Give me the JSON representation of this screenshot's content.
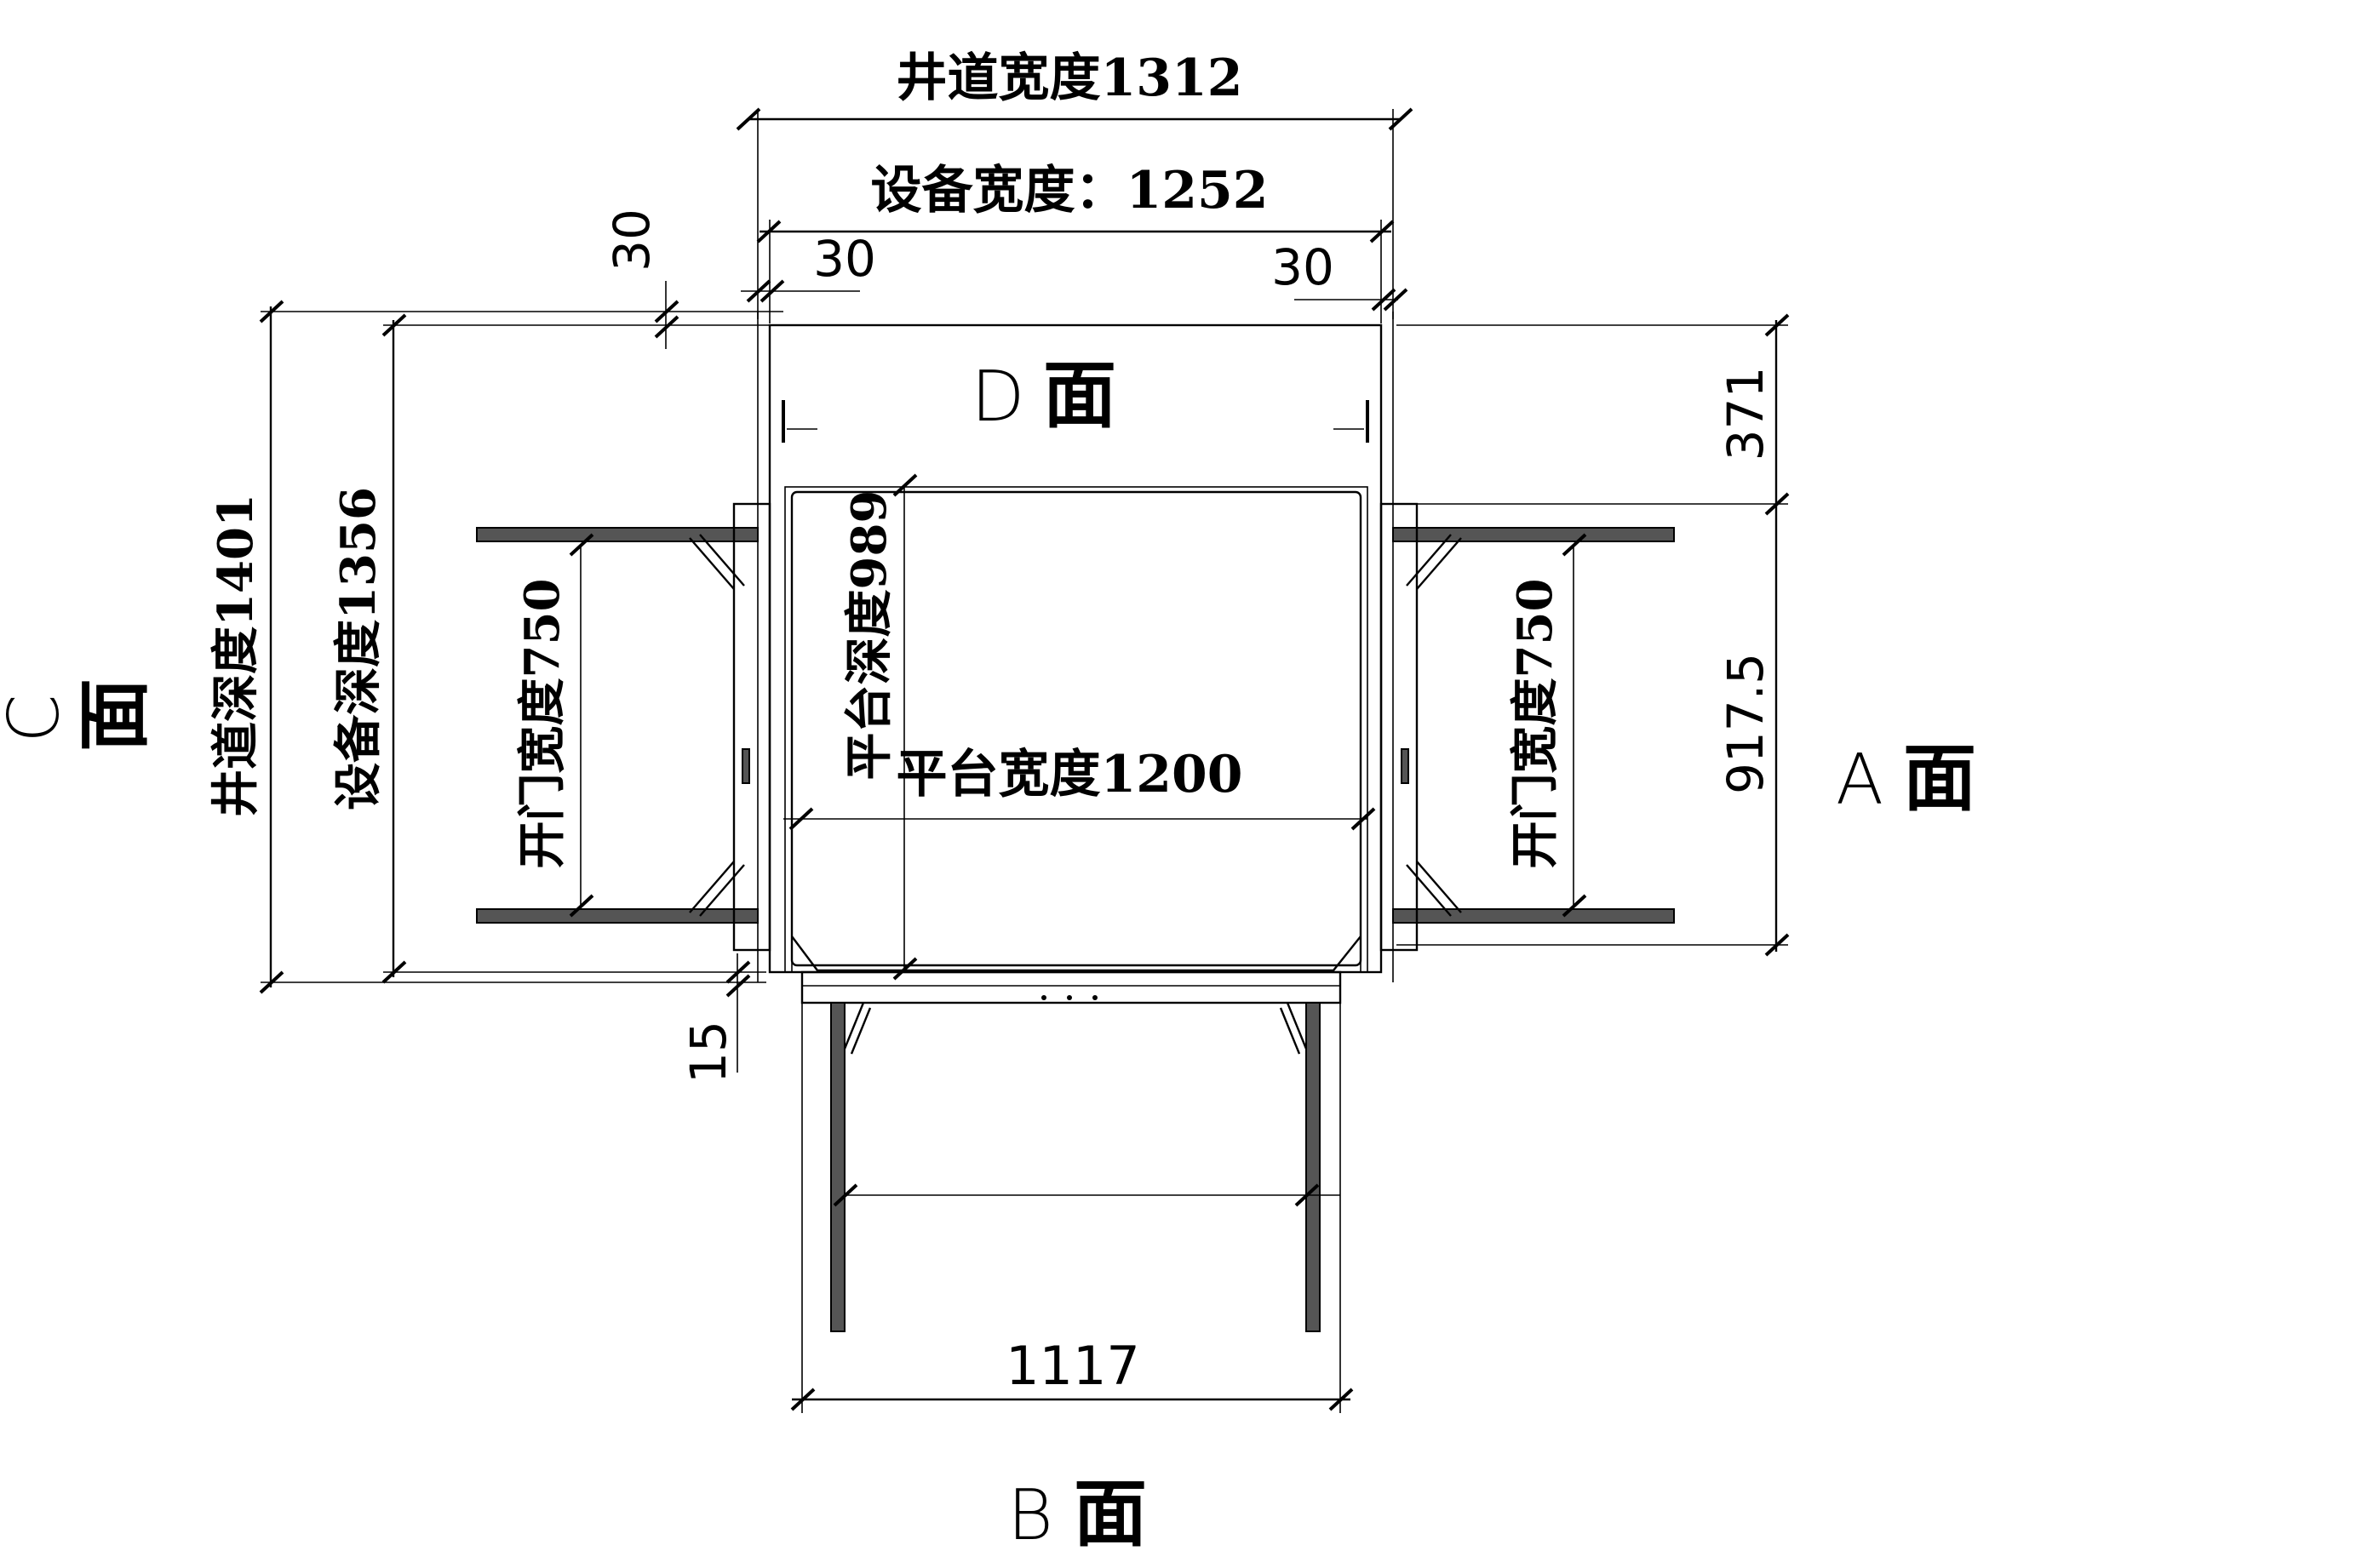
{
  "dimensions": {
    "shaft_width": "井道宽度1312",
    "equip_width": "设备宽度：1252",
    "gap_top_left": "30",
    "gap_top_mid_left": "30",
    "gap_top_right": "30",
    "shaft_depth": "井道深度1401",
    "equip_depth": "设备深度1356",
    "door_width_left": "开门宽度750",
    "door_width_right": "开门宽度750",
    "platform_depth": "平台深度989",
    "platform_width": "平台宽度1200",
    "right_upper": "371",
    "right_lower": "917.5",
    "gap_bottom": "15",
    "bottom_width": "1117"
  },
  "faces": {
    "d": {
      "letter": "D",
      "char": "面"
    },
    "c": {
      "letter": "C",
      "char": "面"
    },
    "a": {
      "letter": "A",
      "char": "面"
    },
    "b": {
      "letter": "B",
      "char": "面"
    }
  }
}
